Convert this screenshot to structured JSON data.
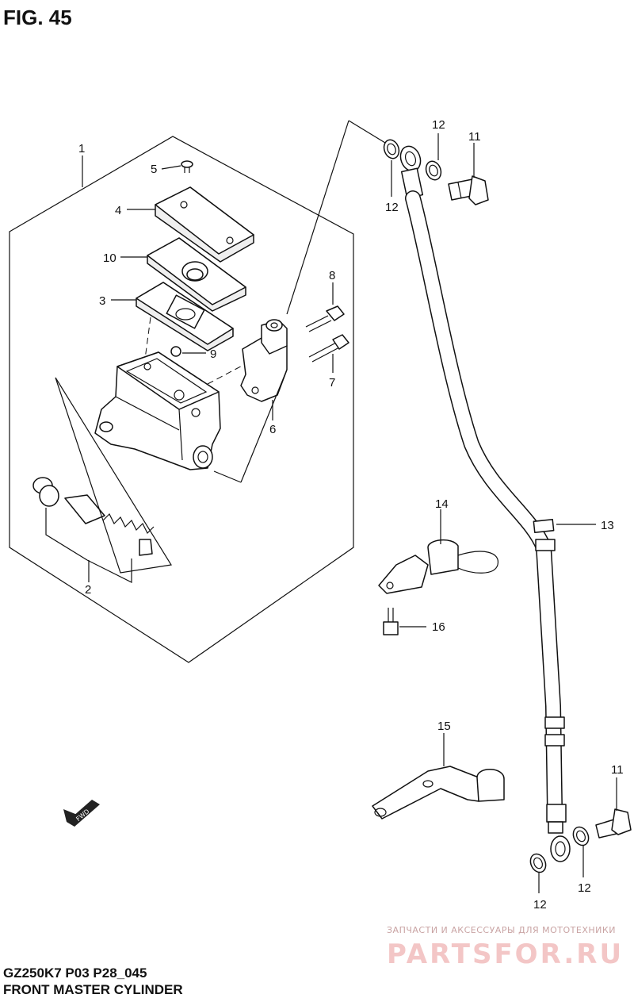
{
  "header": {
    "fig_label": "FIG. 45"
  },
  "footer": {
    "model_code": "GZ250K7 P03 P28_045",
    "title": "FRONT MASTER CYLINDER"
  },
  "callouts": {
    "c1": "1",
    "c2": "2",
    "c3": "3",
    "c4": "4",
    "c5": "5",
    "c6": "6",
    "c7": "7",
    "c8": "8",
    "c9": "9",
    "c10": "10",
    "c11a": "11",
    "c11b": "11",
    "c12a": "12",
    "c12b": "12",
    "c12c": "12",
    "c12d": "12",
    "c13": "13",
    "c14": "14",
    "c15": "15",
    "c16": "16"
  },
  "fwd_icon": {
    "label": "FWD"
  },
  "watermark": {
    "tagline": "ЗАПЧАСТИ И АКСЕССУАРЫ ДЛЯ МОТОТЕХНИКИ",
    "brand": "PARTSFOR.RU"
  }
}
